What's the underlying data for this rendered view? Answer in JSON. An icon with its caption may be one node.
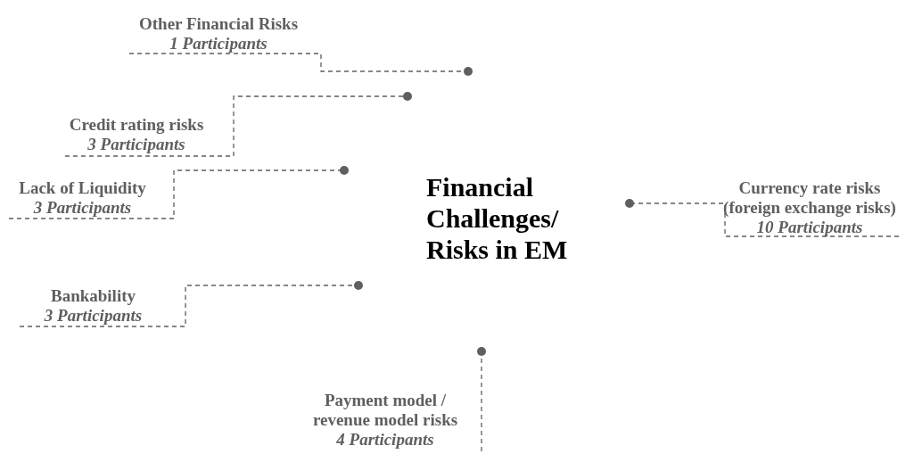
{
  "diagram": {
    "nodes": [
      {
        "text": [
          "Financial Challenges/ Risks in EM"
        ]
      },
      {
        "text": [
          "Other Financial Risks",
          "1 Participants"
        ]
      },
      {
        "text": [
          "Credit rating risks",
          "3 Participants"
        ]
      },
      {
        "text": [
          "Lack of Liquidity",
          "3 Participants"
        ]
      },
      {
        "text": [
          "Bankability",
          "3 Participants"
        ]
      },
      {
        "text": [
          "Payment model / revenue model risks",
          "4 Participants"
        ]
      },
      {
        "text": [
          "Currency rate risks (foreign exchange risks)",
          "10 Participants"
        ]
      }
    ],
    "edges": [
      {
        "from": 1,
        "to": null,
        "arrow": "other",
        "style": "dashed"
      },
      {
        "from": 2,
        "to": null,
        "arrow": "other",
        "style": "dashed"
      },
      {
        "from": 3,
        "to": null,
        "arrow": "other",
        "style": "dashed"
      },
      {
        "from": 4,
        "to": null,
        "arrow": "other",
        "style": "dashed"
      },
      {
        "from": 5,
        "to": null,
        "arrow": "other",
        "style": "dashed"
      },
      {
        "from": 6,
        "to": null,
        "arrow": "other",
        "style": "dashed"
      }
    ]
  }
}
